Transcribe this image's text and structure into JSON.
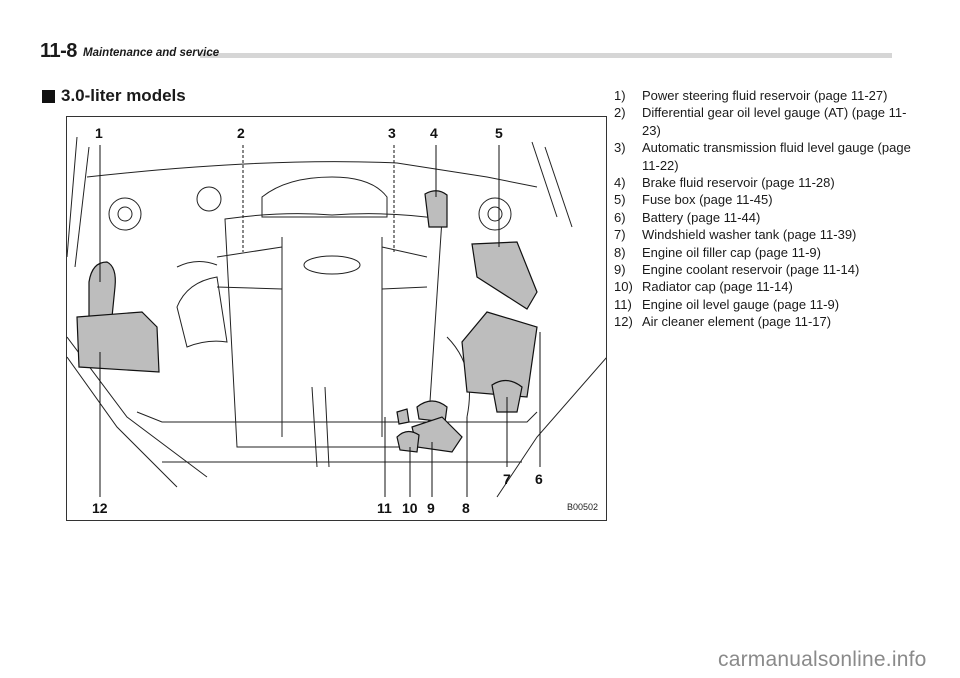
{
  "header": {
    "page_number": "11-8",
    "section_title": "Maintenance and service"
  },
  "heading": {
    "title": "3.0-liter models"
  },
  "figure": {
    "code": "B00502",
    "callouts": [
      "1",
      "2",
      "3",
      "4",
      "5",
      "6",
      "7",
      "8",
      "9",
      "10",
      "11",
      "12"
    ],
    "fill_color": "#bdbdbd"
  },
  "legend": {
    "items": [
      {
        "num": "1)",
        "text": "Power steering fluid reservoir (page 11-27)"
      },
      {
        "num": "2)",
        "text": "Differential gear oil level gauge (AT) (page 11-23)"
      },
      {
        "num": "3)",
        "text": "Automatic transmission fluid level gauge (page 11-22)"
      },
      {
        "num": "4)",
        "text": "Brake fluid reservoir (page 11-28)"
      },
      {
        "num": "5)",
        "text": "Fuse box (page 11-45)"
      },
      {
        "num": "6)",
        "text": "Battery (page 11-44)"
      },
      {
        "num": "7)",
        "text": "Windshield washer tank (page 11-39)"
      },
      {
        "num": "8)",
        "text": "Engine oil filler cap (page 11-9)"
      },
      {
        "num": "9)",
        "text": "Engine coolant reservoir (page 11-14)"
      },
      {
        "num": "10)",
        "text": "Radiator cap (page 11-14)"
      },
      {
        "num": "11)",
        "text": "Engine oil level gauge (page 11-9)"
      },
      {
        "num": "12)",
        "text": "Air cleaner element (page 11-17)"
      }
    ]
  },
  "watermark": {
    "text": "carmanualsonline.info"
  }
}
